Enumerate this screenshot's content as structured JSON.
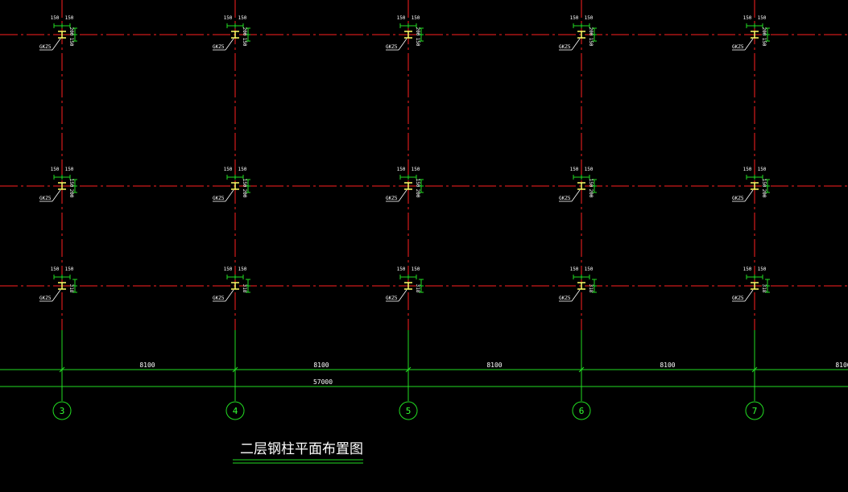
{
  "drawing": {
    "title": "二层钢柱平面布置图",
    "colors": {
      "background": "#000000",
      "grid_line": "#ff2020",
      "dimension_line": "#22dd22",
      "column": "#ffff66",
      "text": "#ffffff"
    },
    "axes": [
      {
        "label": "3"
      },
      {
        "label": "4"
      },
      {
        "label": "5"
      },
      {
        "label": "6"
      },
      {
        "label": "7"
      }
    ],
    "bay_dimensions": [
      "8100",
      "8100",
      "8100",
      "8100",
      "8100"
    ],
    "total_dimension": "57000",
    "column_label": "GKZ5",
    "offsets": {
      "top_left": "150",
      "top_right": "150",
      "row1_side_a": "200",
      "row1_side_b": "150",
      "row2_side_a": "150",
      "row2_side_b": "200",
      "row3_side": "318"
    }
  }
}
